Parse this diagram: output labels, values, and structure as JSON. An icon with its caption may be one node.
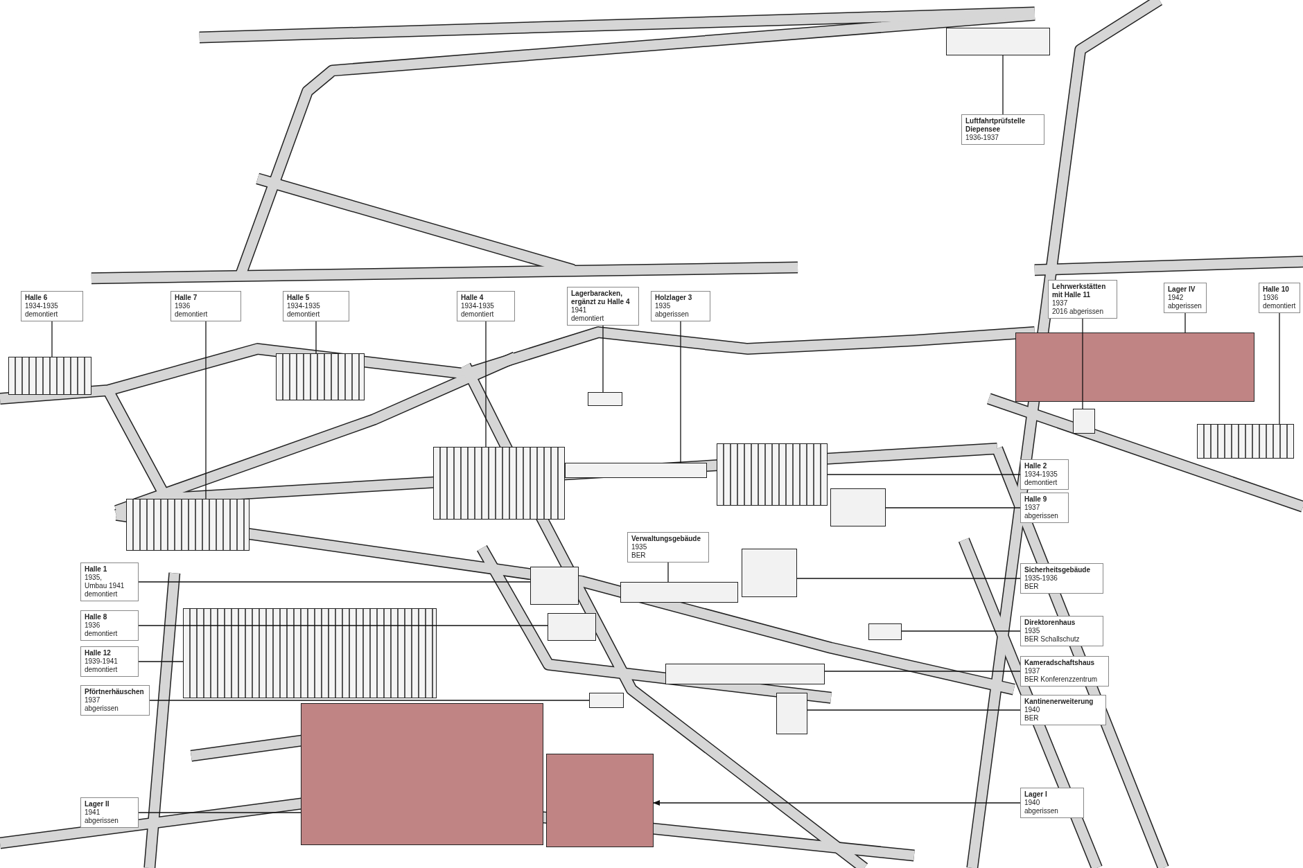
{
  "diagram": {
    "nodes": [
      {
        "text": [
          "Luftfahrtprüfstelle Diepensee",
          "1936-1937"
        ]
      },
      {
        "text": [
          "Halle 6",
          "1934-1935",
          "demontiert"
        ]
      },
      {
        "text": [
          "Halle 7",
          "1936",
          "demontiert"
        ]
      },
      {
        "text": [
          "Halle 5",
          "1934-1935",
          "demontiert"
        ]
      },
      {
        "text": [
          "Halle 4",
          "1934-1935",
          "demontiert"
        ]
      },
      {
        "text": [
          "Lagerbaracken, ergänzt zu Halle 4",
          "1941",
          "demontiert"
        ]
      },
      {
        "text": [
          "Holzlager 3",
          "1935",
          "abgerissen"
        ]
      },
      {
        "text": [
          "Lehrwerkstätten mit Halle 11",
          "1937",
          "2016 abgerissen"
        ]
      },
      {
        "text": [
          "Lager IV",
          "1942",
          "abgerissen"
        ]
      },
      {
        "text": [
          "Halle 10",
          "1936",
          "demontiert"
        ]
      },
      {
        "text": [
          "Halle 2",
          "1934-1935",
          "demontiert"
        ]
      },
      {
        "text": [
          "Halle 9",
          "1937",
          "abgerissen"
        ]
      },
      {
        "text": [
          "Verwaltungsgebäude",
          "1935",
          "BER"
        ]
      },
      {
        "text": [
          "Halle 1",
          "1935,",
          "Umbau 1941",
          "demontiert"
        ]
      },
      {
        "text": [
          "Sicherheitsgebäude",
          "1935-1936",
          "BER"
        ]
      },
      {
        "text": [
          "Halle 8",
          "1936",
          "demontiert"
        ]
      },
      {
        "text": [
          "Direktorenhaus",
          "1935",
          "BER Schallschutz"
        ]
      },
      {
        "text": [
          "Halle 12",
          "1939-1941",
          "demontiert"
        ]
      },
      {
        "text": [
          "Kameradschaftshaus",
          "1937",
          "BER Konferenzzentrum"
        ]
      },
      {
        "text": [
          "Pförtnerhäuschen",
          "1937",
          "abgerissen"
        ]
      },
      {
        "text": [
          "Kantinenerweiterung",
          "1940",
          "BER"
        ]
      },
      {
        "text": [
          "Lager II",
          "1941",
          "abgerissen"
        ]
      },
      {
        "text": [
          "Lager I",
          "1940",
          "abgerissen"
        ]
      },
      {
        "text": [],
        "shape": "box"
      },
      {
        "text": [],
        "shape": "box"
      },
      {
        "text": [],
        "shape": "box"
      },
      {
        "text": [],
        "shape": "box"
      },
      {
        "text": [],
        "shape": "box"
      },
      {
        "text": [],
        "shape": "box"
      },
      {
        "text": [],
        "shape": "box"
      },
      {
        "text": [],
        "shape": "box"
      },
      {
        "text": [],
        "shape": "box"
      },
      {
        "text": [],
        "shape": "box"
      },
      {
        "text": [],
        "shape": "box"
      },
      {
        "text": [],
        "shape": "box"
      },
      {
        "text": [],
        "shape": "box"
      },
      {
        "text": [],
        "shape": "box"
      },
      {
        "text": [],
        "shape": "box"
      },
      {
        "text": [],
        "shape": "box"
      },
      {
        "text": [],
        "shape": "box"
      },
      {
        "text": [],
        "shape": "box"
      },
      {
        "text": [],
        "shape": "box"
      },
      {
        "text": [],
        "shape": "box"
      },
      {
        "text": [],
        "shape": "box"
      },
      {
        "text": [],
        "shape": "box"
      },
      {
        "text": [],
        "shape": "box"
      }
    ],
    "edges": [
      {
        "from": 0,
        "to": 23,
        "arrow": "none"
      },
      {
        "from": 1,
        "to": 24,
        "arrow": "none"
      },
      {
        "from": 2,
        "to": 25,
        "arrow": "none"
      },
      {
        "from": 3,
        "to": 26,
        "arrow": "none"
      },
      {
        "from": 4,
        "to": 27,
        "arrow": "none"
      },
      {
        "from": 5,
        "to": 28,
        "arrow": "none"
      },
      {
        "from": 6,
        "to": 29,
        "arrow": "none"
      },
      {
        "from": 7,
        "to": 30,
        "arrow": "none"
      },
      {
        "from": 8,
        "to": 31,
        "arrow": "none"
      },
      {
        "from": 9,
        "to": 32,
        "arrow": "none"
      },
      {
        "from": 10,
        "to": 33,
        "arrow": "none"
      },
      {
        "from": 11,
        "to": 34,
        "arrow": "none"
      },
      {
        "from": 12,
        "to": 35,
        "arrow": "none"
      },
      {
        "from": 13,
        "to": 36,
        "arrow": "none"
      },
      {
        "from": 14,
        "to": 37,
        "arrow": "none"
      },
      {
        "from": 15,
        "to": 38,
        "arrow": "none"
      },
      {
        "from": 16,
        "to": 39,
        "arrow": "none"
      },
      {
        "from": 17,
        "to": 40,
        "arrow": "none"
      },
      {
        "from": 18,
        "to": 41,
        "arrow": "none"
      },
      {
        "from": 19,
        "to": 42,
        "arrow": "none"
      },
      {
        "from": 20,
        "to": 43,
        "arrow": "none"
      },
      {
        "from": 21,
        "to": 44,
        "arrow": "none"
      },
      {
        "from": 22,
        "to": 45,
        "arrow": "to"
      }
    ]
  }
}
